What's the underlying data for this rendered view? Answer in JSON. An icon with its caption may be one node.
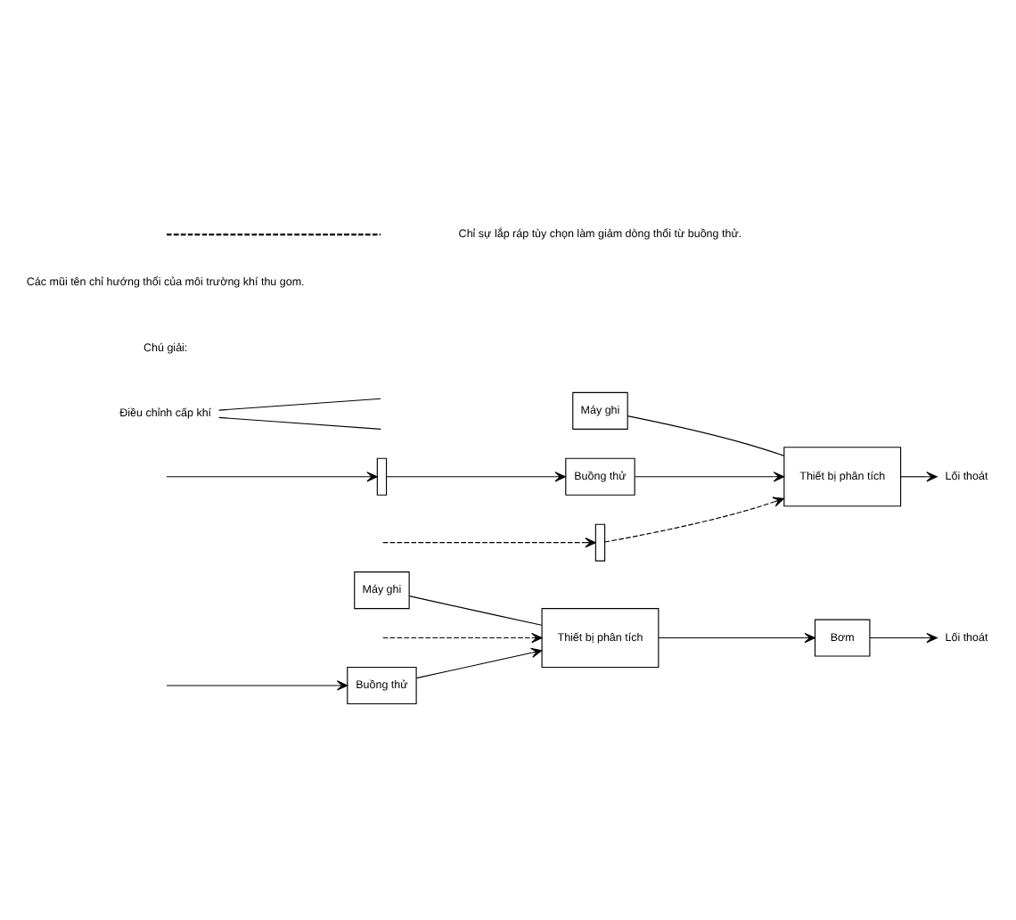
{
  "diagram": {
    "nodes": [
      {
        "text": [
          "Buồng thử"
        ]
      },
      {
        "text": [
          "Máy ghi"
        ]
      },
      {
        "text": [
          "Thiết bị phân tích"
        ]
      },
      {
        "text": [
          "Bơm"
        ]
      },
      {
        "text": [
          "Lối thoát"
        ]
      },
      {
        "text": [
          "Máy ghi"
        ]
      },
      {
        "text": [
          "Buồng thử"
        ]
      },
      {
        "text": [
          "Thiết bị phân tích"
        ]
      },
      {
        "text": [
          "Lối thoát"
        ]
      },
      {
        "text": [
          "Điều chỉnh cấp khí"
        ]
      },
      {
        "text": [],
        "shape": "bar"
      },
      {
        "text": [],
        "shape": "bar"
      }
    ],
    "edges": [
      {
        "from": null,
        "to": 0,
        "arrow": "to"
      },
      {
        "from": 0,
        "to": 2,
        "arrow": "to"
      },
      {
        "from": null,
        "to": 2,
        "arrow": "to",
        "style": "dashed"
      },
      {
        "from": 1,
        "to": 2,
        "arrow": "none"
      },
      {
        "from": 2,
        "to": 3,
        "arrow": "to"
      },
      {
        "from": 3,
        "to": 4,
        "arrow": "to"
      },
      {
        "from": null,
        "to": 10,
        "arrow": "to"
      },
      {
        "from": 10,
        "to": 6,
        "arrow": "to"
      },
      {
        "from": 6,
        "to": 7,
        "arrow": "to"
      },
      {
        "from": null,
        "to": 11,
        "arrow": "to",
        "style": "dashed"
      },
      {
        "from": 11,
        "to": 7,
        "arrow": "to",
        "style": "dashed"
      },
      {
        "from": 5,
        "to": 7,
        "arrow": "none"
      },
      {
        "from": 7,
        "to": 8,
        "arrow": "to"
      },
      {
        "from": 9,
        "to": null,
        "arrow": "none"
      },
      {
        "from": 9,
        "to": null,
        "arrow": "none"
      }
    ],
    "labels": [
      "Chú giải:",
      "Các mũi tên chỉ hướng thổi của môi trường khí thu gom."
    ],
    "legend": [
      {
        "text": "Chỉ sự lắp ráp tùy chọn làm giảm dòng thổi từ buồng thử."
      }
    ]
  }
}
